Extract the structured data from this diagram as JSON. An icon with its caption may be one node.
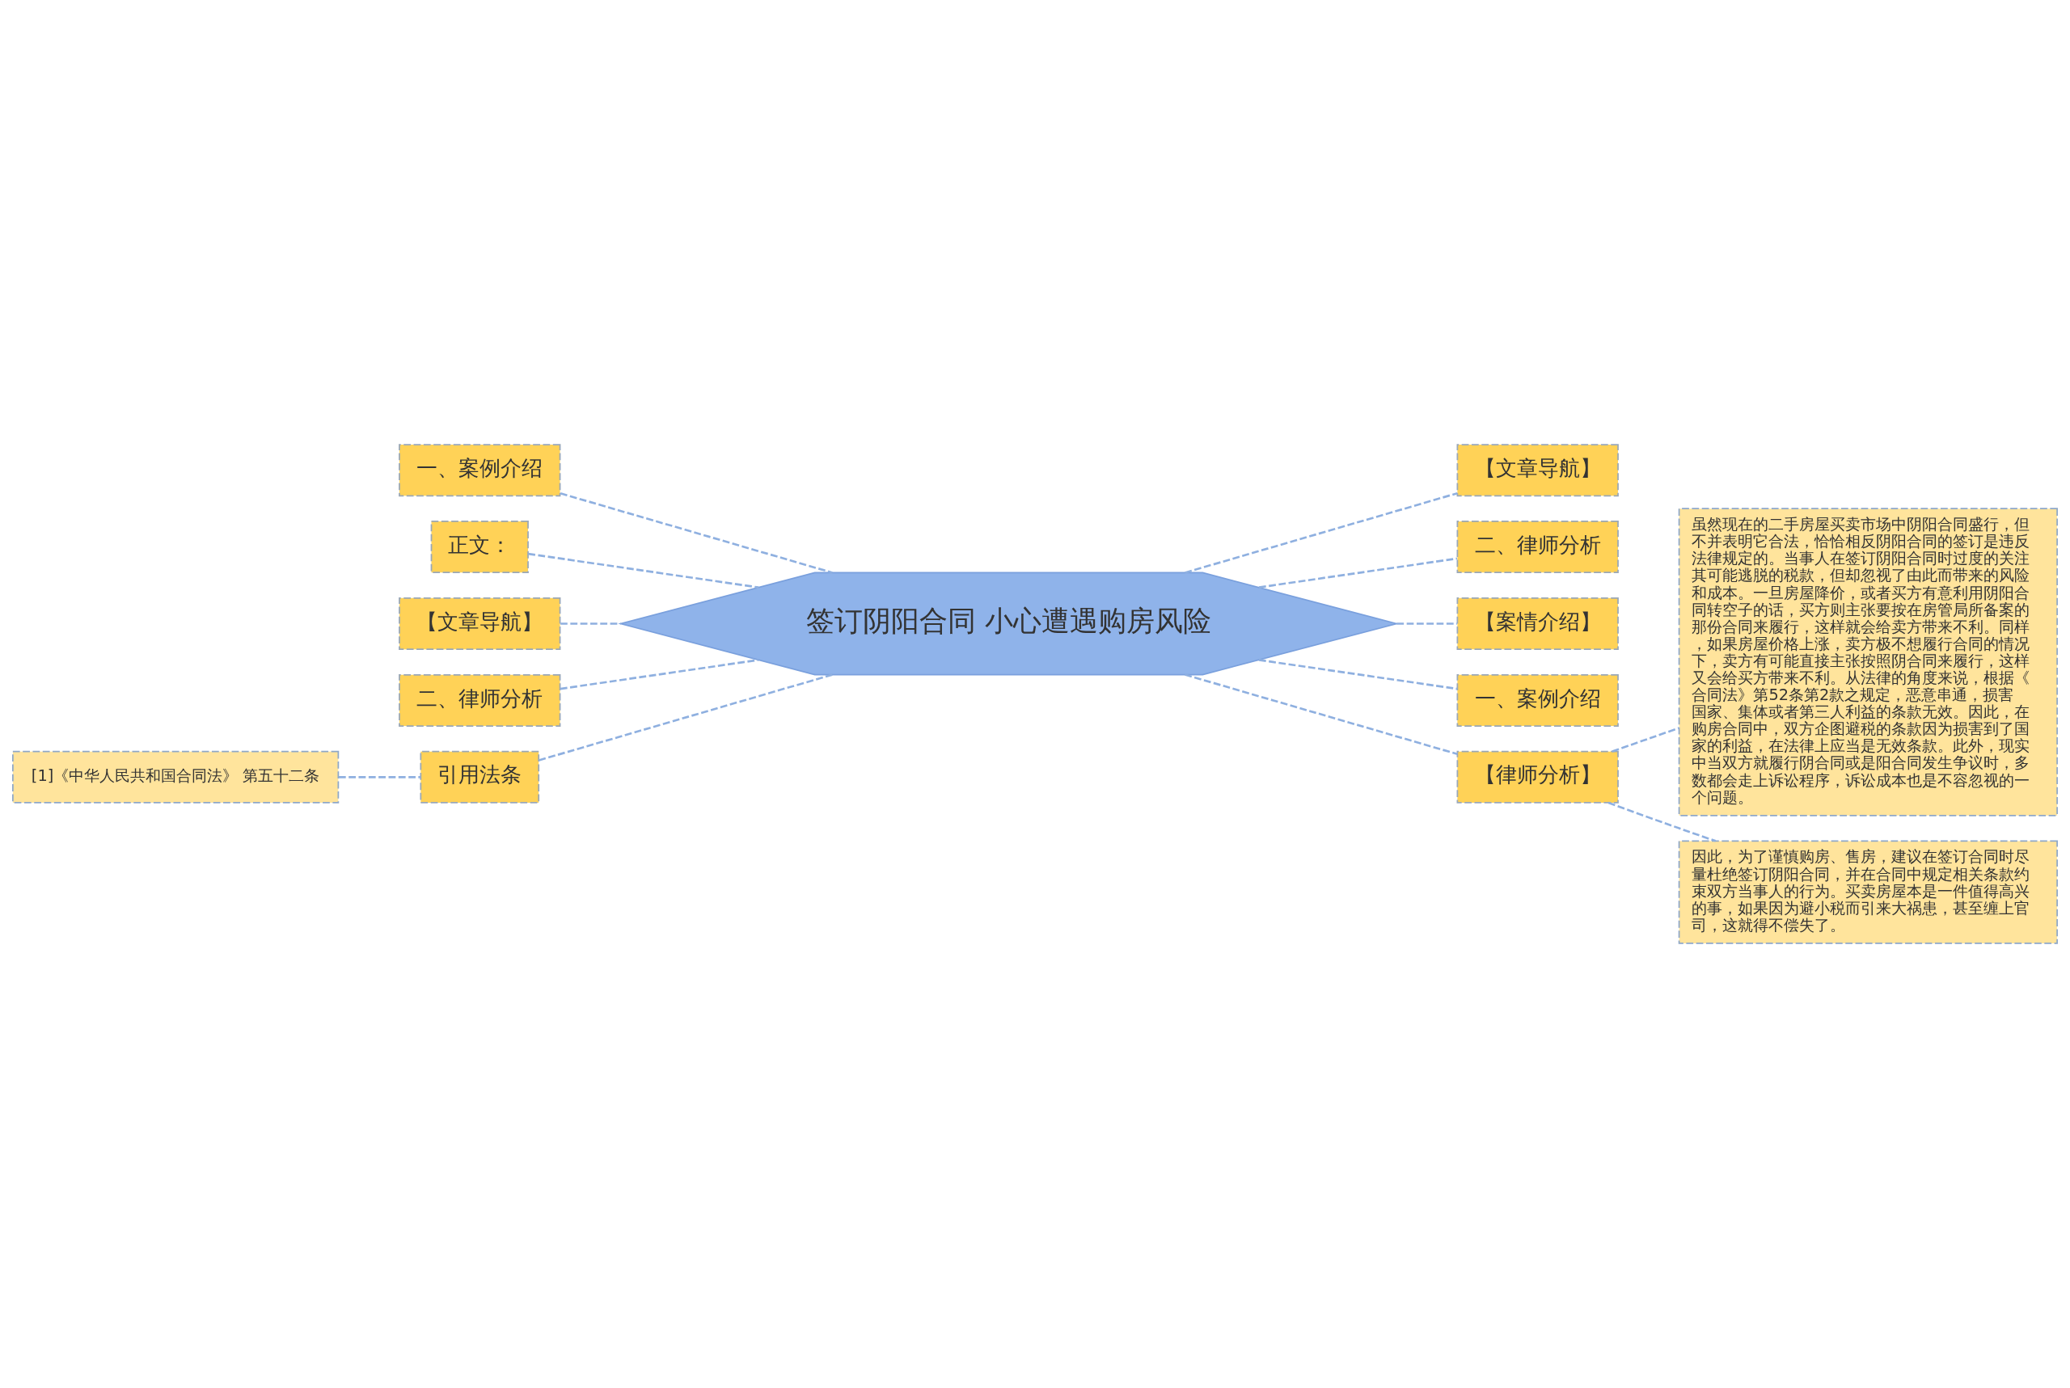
{
  "diagram": {
    "nodes": [
      {
        "text": [
          "签订阴阳合同 小心遭遇购房风险"
        ]
      },
      {
        "text": [
          "一、案例介绍"
        ]
      },
      {
        "text": [
          "正文："
        ]
      },
      {
        "text": [
          "【文章导航】"
        ]
      },
      {
        "text": [
          "二、律师分析"
        ]
      },
      {
        "text": [
          "引用法条"
        ]
      },
      {
        "text": [
          "[1]《中华人民共和国合同法》 第五十二条"
        ]
      },
      {
        "text": [
          "【文章导航】"
        ]
      },
      {
        "text": [
          "二、律师分析"
        ]
      },
      {
        "text": [
          "【案情介绍】"
        ]
      },
      {
        "text": [
          "一、案例介绍"
        ]
      },
      {
        "text": [
          "【律师分析】"
        ]
      },
      {
        "text": [
          "虽然现在的二手房屋买卖市场中阴阳合同盛行，但不并表明它合法，恰恰相反阴阳合同的签订是违反法律规定的。当事人在签订阴阳合同时过度的关注其可能逃脱的税款，但却忽视了由此而带来的风险和成本。一旦房屋降价，或者买方有意利用阴阳合同转空子的话，买方则主张要按在房管局所备案的那份合同来履行，这样就会给卖方带来不利。同样，如果房屋价格上涨，卖方极不想履行合同的情况下，卖方有可能直接主张按照阴合同来履行，这样又会给买方带来不利。从法律的角度来说，根据《合同法》第52条第2款之规定，恶意串通，损害国家、集体或者第三人利益的条款无效。因此，在购房合同中，双方企图避税的条款因为损害到了国家的利益，在法律上应当是无效条款。此外，现实中当双方就履行阴合同或是阳合同发生争议时，多数都会走上诉讼程序，诉讼成本也是不容忽视的一个问题。"
        ]
      },
      {
        "text": [
          "因此，为了谨慎购房、售房，建议在签订合同时尽量杜绝签订阴阳合同，并在合同中规定相关条款约束双方当事人的行为。买卖房屋本是一件值得高兴的事，如果因为避小税而引来大祸患，甚至缠上官司，这就得不偿失了。"
        ]
      }
    ],
    "edges": [
      {
        "from": 0,
        "to": 1,
        "arrow": "none",
        "style": "dashed"
      },
      {
        "from": 0,
        "to": 2,
        "arrow": "none",
        "style": "dashed"
      },
      {
        "from": 0,
        "to": 3,
        "arrow": "none",
        "style": "dashed"
      },
      {
        "from": 0,
        "to": 4,
        "arrow": "none",
        "style": "dashed"
      },
      {
        "from": 0,
        "to": 5,
        "arrow": "none",
        "style": "dashed"
      },
      {
        "from": 5,
        "to": 6,
        "arrow": "none",
        "style": "dashed"
      },
      {
        "from": 0,
        "to": 7,
        "arrow": "none",
        "style": "dashed"
      },
      {
        "from": 0,
        "to": 8,
        "arrow": "none",
        "style": "dashed"
      },
      {
        "from": 0,
        "to": 9,
        "arrow": "none",
        "style": "dashed"
      },
      {
        "from": 0,
        "to": 10,
        "arrow": "none",
        "style": "dashed"
      },
      {
        "from": 0,
        "to": 11,
        "arrow": "none",
        "style": "dashed"
      },
      {
        "from": 11,
        "to": 12,
        "arrow": "none",
        "style": "dashed"
      },
      {
        "from": 11,
        "to": 13,
        "arrow": "none",
        "style": "dashed"
      }
    ]
  }
}
